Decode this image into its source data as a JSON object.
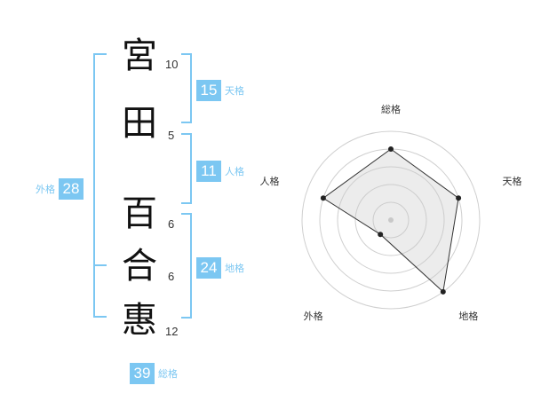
{
  "accent": "#7cc7f2",
  "name": {
    "characters": [
      {
        "char": "宮",
        "strokes": "10"
      },
      {
        "char": "田",
        "strokes": "5"
      },
      {
        "char": "百",
        "strokes": "6"
      },
      {
        "char": "合",
        "strokes": "6"
      },
      {
        "char": "惠",
        "strokes": "12"
      }
    ]
  },
  "scores": {
    "tenkaku": {
      "value": "15",
      "label": "天格"
    },
    "jinkaku": {
      "value": "11",
      "label": "人格"
    },
    "chikaku": {
      "value": "24",
      "label": "地格"
    },
    "gaikaku": {
      "value": "28",
      "label": "外格"
    },
    "soukaku": {
      "value": "39",
      "label": "総格"
    }
  },
  "chart_data": {
    "type": "radar",
    "axes": [
      "総格",
      "天格",
      "地格",
      "外格",
      "人格"
    ],
    "values": [
      4,
      4,
      5,
      1,
      4
    ],
    "max": 5,
    "rings": 5
  }
}
